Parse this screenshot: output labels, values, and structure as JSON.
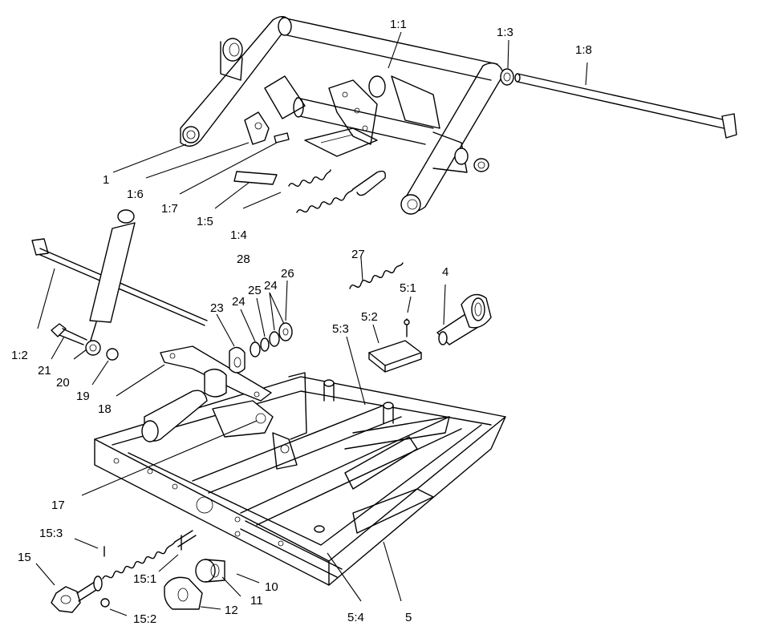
{
  "labels": {
    "p1": "1",
    "p1_1": "1:1",
    "p1_2": "1:2",
    "p1_3": "1:3",
    "p1_4": "1:4",
    "p1_5": "1:5",
    "p1_6": "1:6",
    "p1_7": "1:7",
    "p1_8": "1:8",
    "p4": "4",
    "p5": "5",
    "p5_1": "5:1",
    "p5_2": "5:2",
    "p5_3": "5:3",
    "p5_4": "5:4",
    "p10": "10",
    "p11": "11",
    "p12": "12",
    "p15": "15",
    "p15_1": "15:1",
    "p15_2": "15:2",
    "p15_3": "15:3",
    "p17": "17",
    "p18": "18",
    "p19": "19",
    "p20": "20",
    "p21": "21",
    "p23": "23",
    "p24a": "24",
    "p24b": "24",
    "p25": "25",
    "p26": "26",
    "p27": "27",
    "p28": "28"
  }
}
